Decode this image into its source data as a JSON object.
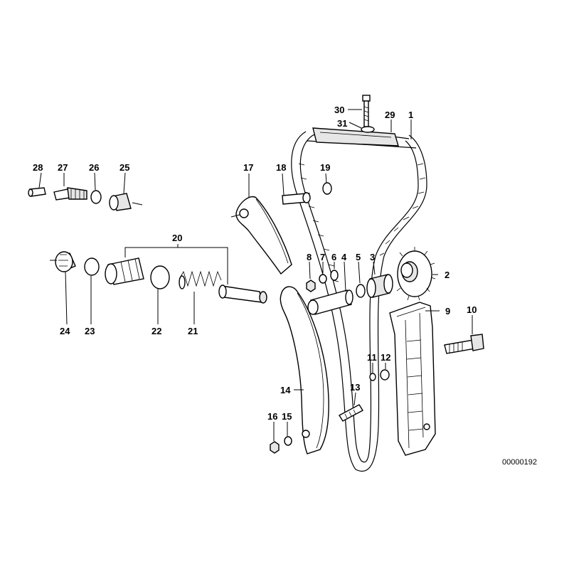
{
  "diagram": {
    "image_code": "00000192",
    "callouts": {
      "c1": "1",
      "c2": "2",
      "c3": "3",
      "c4": "4",
      "c5": "5",
      "c6": "6",
      "c7": "7",
      "c8": "8",
      "c9": "9",
      "c10": "10",
      "c11": "11",
      "c12": "12",
      "c13": "13",
      "c14": "14",
      "c15": "15",
      "c16": "16",
      "c17": "17",
      "c18": "18",
      "c19": "19",
      "c20": "20",
      "c21": "21",
      "c22": "22",
      "c23": "23",
      "c24": "24",
      "c25": "25",
      "c26": "26",
      "c27": "27",
      "c28": "28",
      "c29": "29",
      "c30": "30",
      "c31": "31"
    }
  }
}
